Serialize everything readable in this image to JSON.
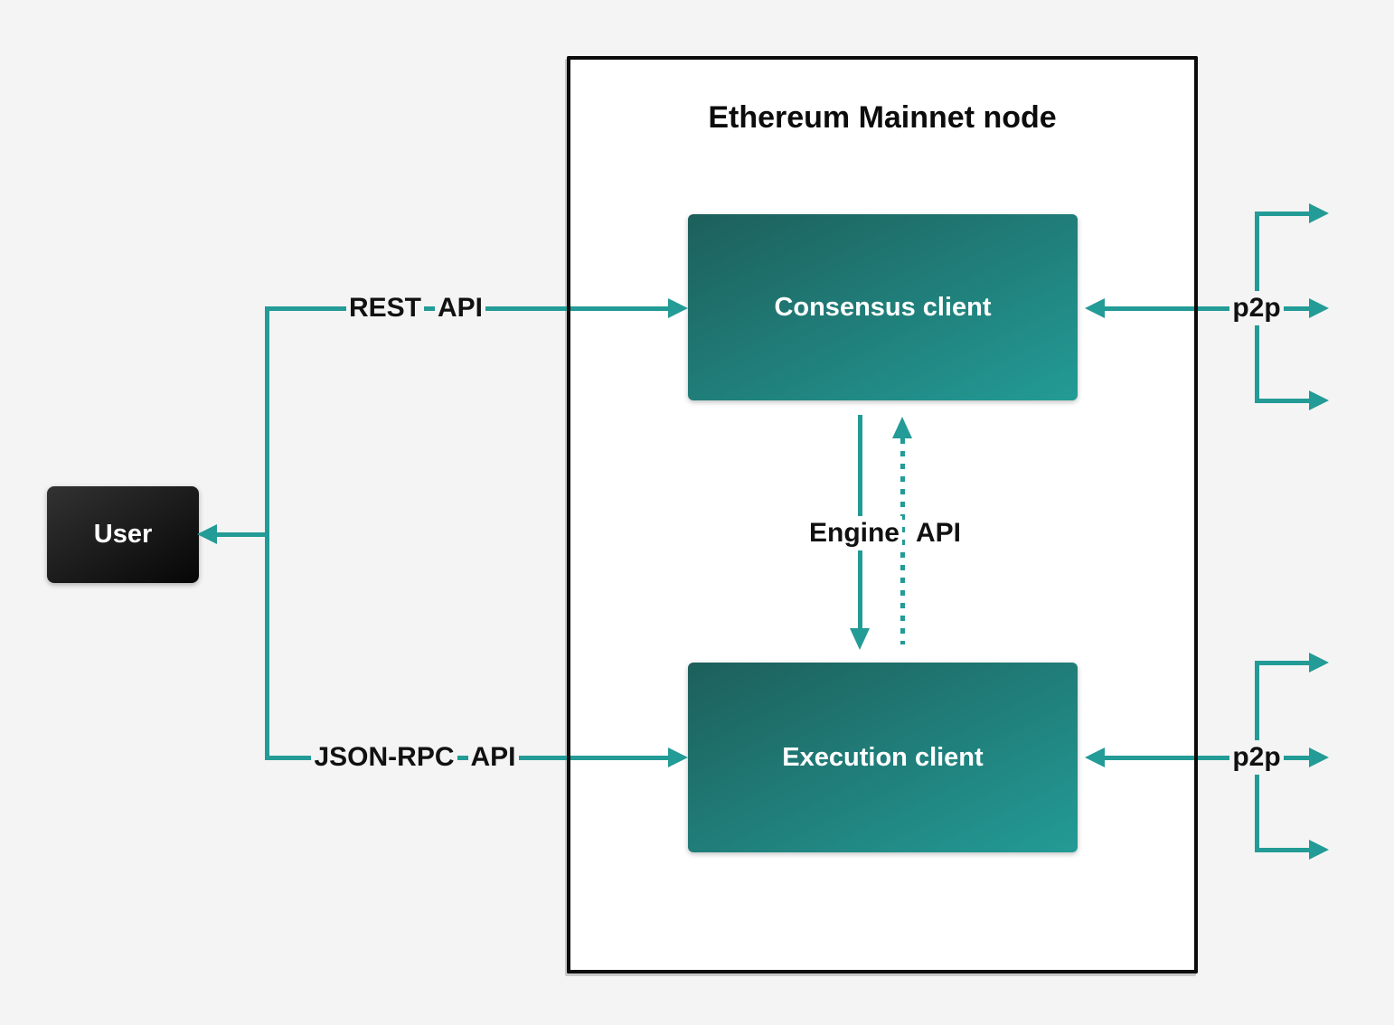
{
  "colors": {
    "background": "#f4f4f4",
    "teal_accent": "#239b96",
    "client_box_gradient_start": "#1d5f5b",
    "client_box_gradient_end": "#239b96",
    "user_box_gradient_start": "#323232",
    "user_box_gradient_end": "#060606",
    "node_box_border": "#0c0c0c",
    "node_box_fill": "#ffffff",
    "label_text": "#111111",
    "box_label_text": "#ffffff"
  },
  "diagram": {
    "title": "Ethereum Mainnet node",
    "nodes": {
      "user": {
        "label": "User"
      },
      "consensus_client": {
        "label": "Consensus client"
      },
      "execution_client": {
        "label": "Execution client"
      }
    },
    "edges": {
      "rest_api": {
        "words": [
          "REST",
          "API"
        ],
        "style": "solid"
      },
      "json_rpc_api": {
        "words": [
          "JSON-RPC",
          "API"
        ],
        "style": "solid"
      },
      "engine_api": {
        "words": [
          "Engine",
          "API"
        ],
        "style": "solid-down-dotted-up"
      },
      "p2p_consensus": {
        "label": "p2p"
      },
      "p2p_execution": {
        "label": "p2p"
      }
    }
  }
}
